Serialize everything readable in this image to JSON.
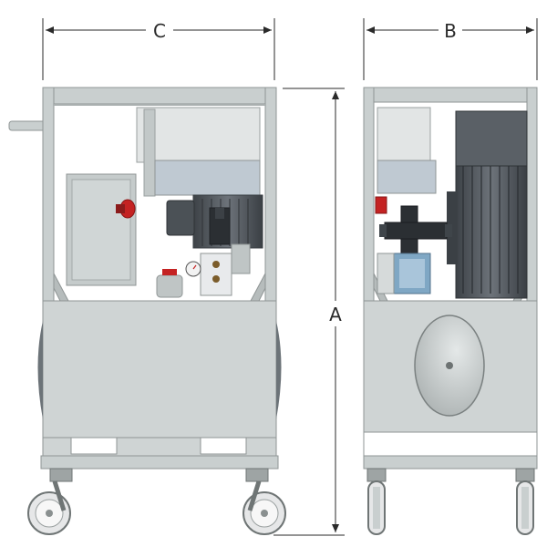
{
  "dimensions": {
    "width_front_label": "C",
    "depth_side_label": "B",
    "height_label": "A"
  },
  "colors": {
    "frame": "#c9cfcf",
    "frame_edge": "#8f9595",
    "tank": "#cfd4d4",
    "motor_dark": "#4b5156",
    "motor_mid": "#6a7075",
    "valve_blue": "#7fa7c4",
    "red_knob": "#c42222",
    "wheel": "#e6e7e8",
    "dim_line": "#2a2a2a"
  },
  "views": {
    "front": "front-view",
    "side": "side-view"
  }
}
